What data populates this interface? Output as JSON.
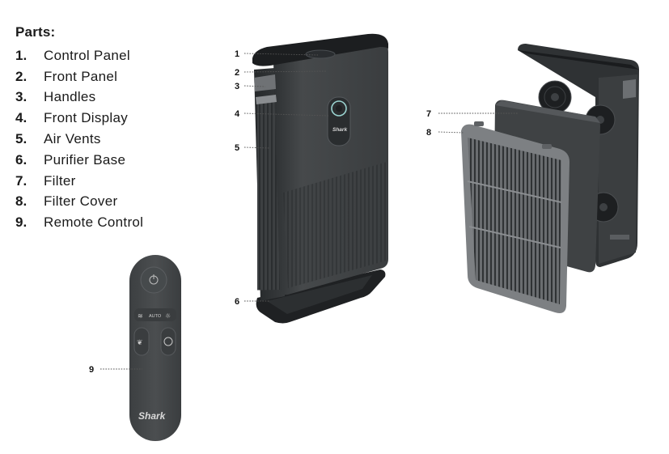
{
  "title": "Parts:",
  "parts": [
    {
      "num": "1.",
      "label": "Control Panel"
    },
    {
      "num": "2.",
      "label": "Front Panel"
    },
    {
      "num": "3.",
      "label": "Handles"
    },
    {
      "num": "4.",
      "label": "Front Display"
    },
    {
      "num": "5.",
      "label": "Air Vents"
    },
    {
      "num": "6.",
      "label": "Purifier Base"
    },
    {
      "num": "7.",
      "label": "Filter"
    },
    {
      "num": "8.",
      "label": "Filter Cover"
    },
    {
      "num": "9.",
      "label": "Remote Control"
    }
  ],
  "callouts": [
    "1",
    "2",
    "3",
    "4",
    "5",
    "6",
    "7",
    "8",
    "9"
  ],
  "brand": "Shark",
  "remote_auto_label": "AUTO",
  "colors": {
    "body": "#3f4244",
    "body_dark": "#2b2d2f",
    "filter": "#4a4d4f",
    "cover": "#55585a",
    "accent": "#9ad3d0"
  }
}
